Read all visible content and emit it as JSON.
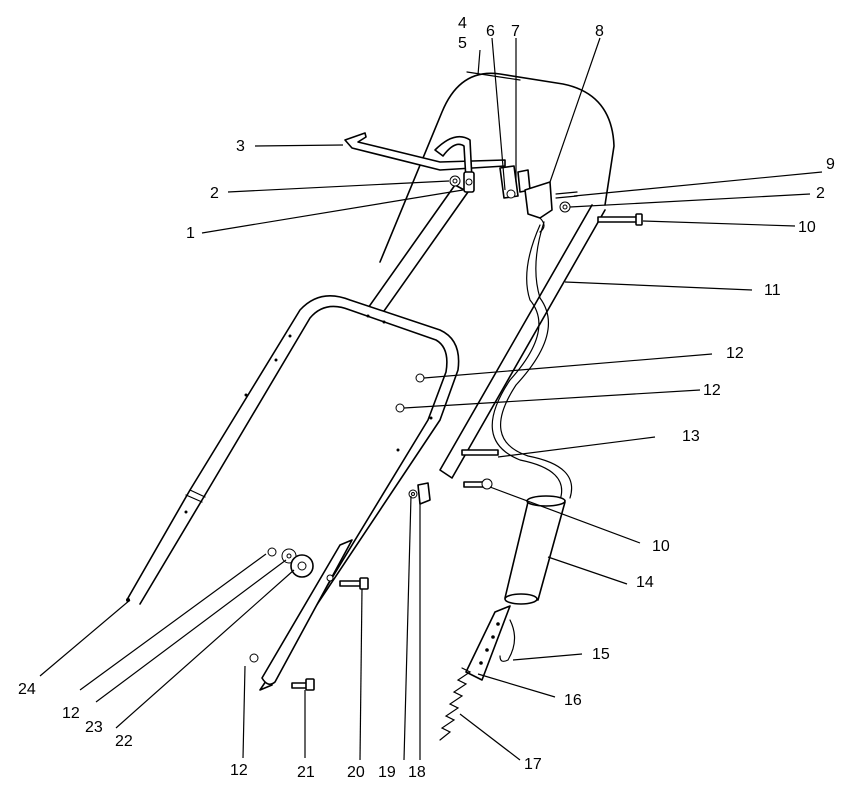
{
  "callouts": {
    "c1": "1",
    "c2a": "2",
    "c2b": "2",
    "c3": "3",
    "c4": "4",
    "c5": "5",
    "c6": "6",
    "c7": "7",
    "c8": "8",
    "c9": "9",
    "c10a": "10",
    "c10b": "10",
    "c11": "11",
    "c12a": "12",
    "c12b": "12",
    "c12c": "12",
    "c12d": "12",
    "c13": "13",
    "c14": "14",
    "c15": "15",
    "c16": "16",
    "c17": "17",
    "c18": "18",
    "c19": "19",
    "c20": "20",
    "c21": "21",
    "c22": "22",
    "c23": "23",
    "c24": "24"
  }
}
